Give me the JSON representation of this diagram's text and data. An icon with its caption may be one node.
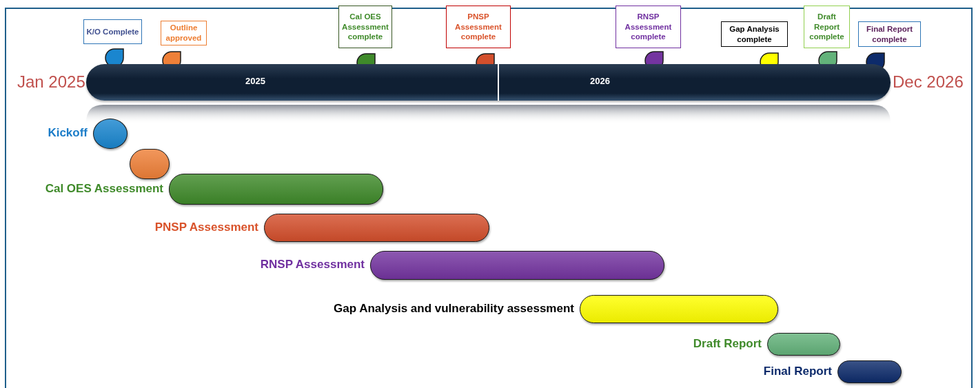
{
  "diagram": {
    "nodes": [
      {
        "text": [
          "K/O Complete"
        ]
      },
      {
        "text": [
          "Outline approved"
        ]
      },
      {
        "text": [
          "Cal OES Assessment complete"
        ]
      },
      {
        "text": [
          "PNSP Assessment complete"
        ]
      },
      {
        "text": [
          "RNSP Assessment complete"
        ]
      },
      {
        "text": [
          "Gap Analysis complete"
        ]
      },
      {
        "text": [
          "Draft Report complete"
        ]
      },
      {
        "text": [
          "Final Report complete"
        ]
      },
      {
        "text": [
          "2025",
          "2026"
        ]
      },
      {
        "text": [],
        "shape": "circle",
        "beside": [
          "Kickoff"
        ]
      },
      {
        "text": [],
        "shape": "bar"
      },
      {
        "text": [],
        "shape": "bar",
        "beside": [
          "Cal OES Assessment"
        ]
      },
      {
        "text": [],
        "shape": "bar",
        "beside": [
          "PNSP Assessment"
        ]
      },
      {
        "text": [],
        "shape": "bar",
        "beside": [
          "RNSP Assessment"
        ]
      },
      {
        "text": [],
        "shape": "bar",
        "beside": [
          "Gap Analysis and vulnerability assessment"
        ]
      },
      {
        "text": [],
        "shape": "bar",
        "beside": [
          "Draft Report"
        ]
      },
      {
        "text": [],
        "shape": "bar",
        "beside": [
          "Final Report"
        ]
      }
    ],
    "labels": [
      "Jan 2025",
      "Dec 2026"
    ]
  }
}
